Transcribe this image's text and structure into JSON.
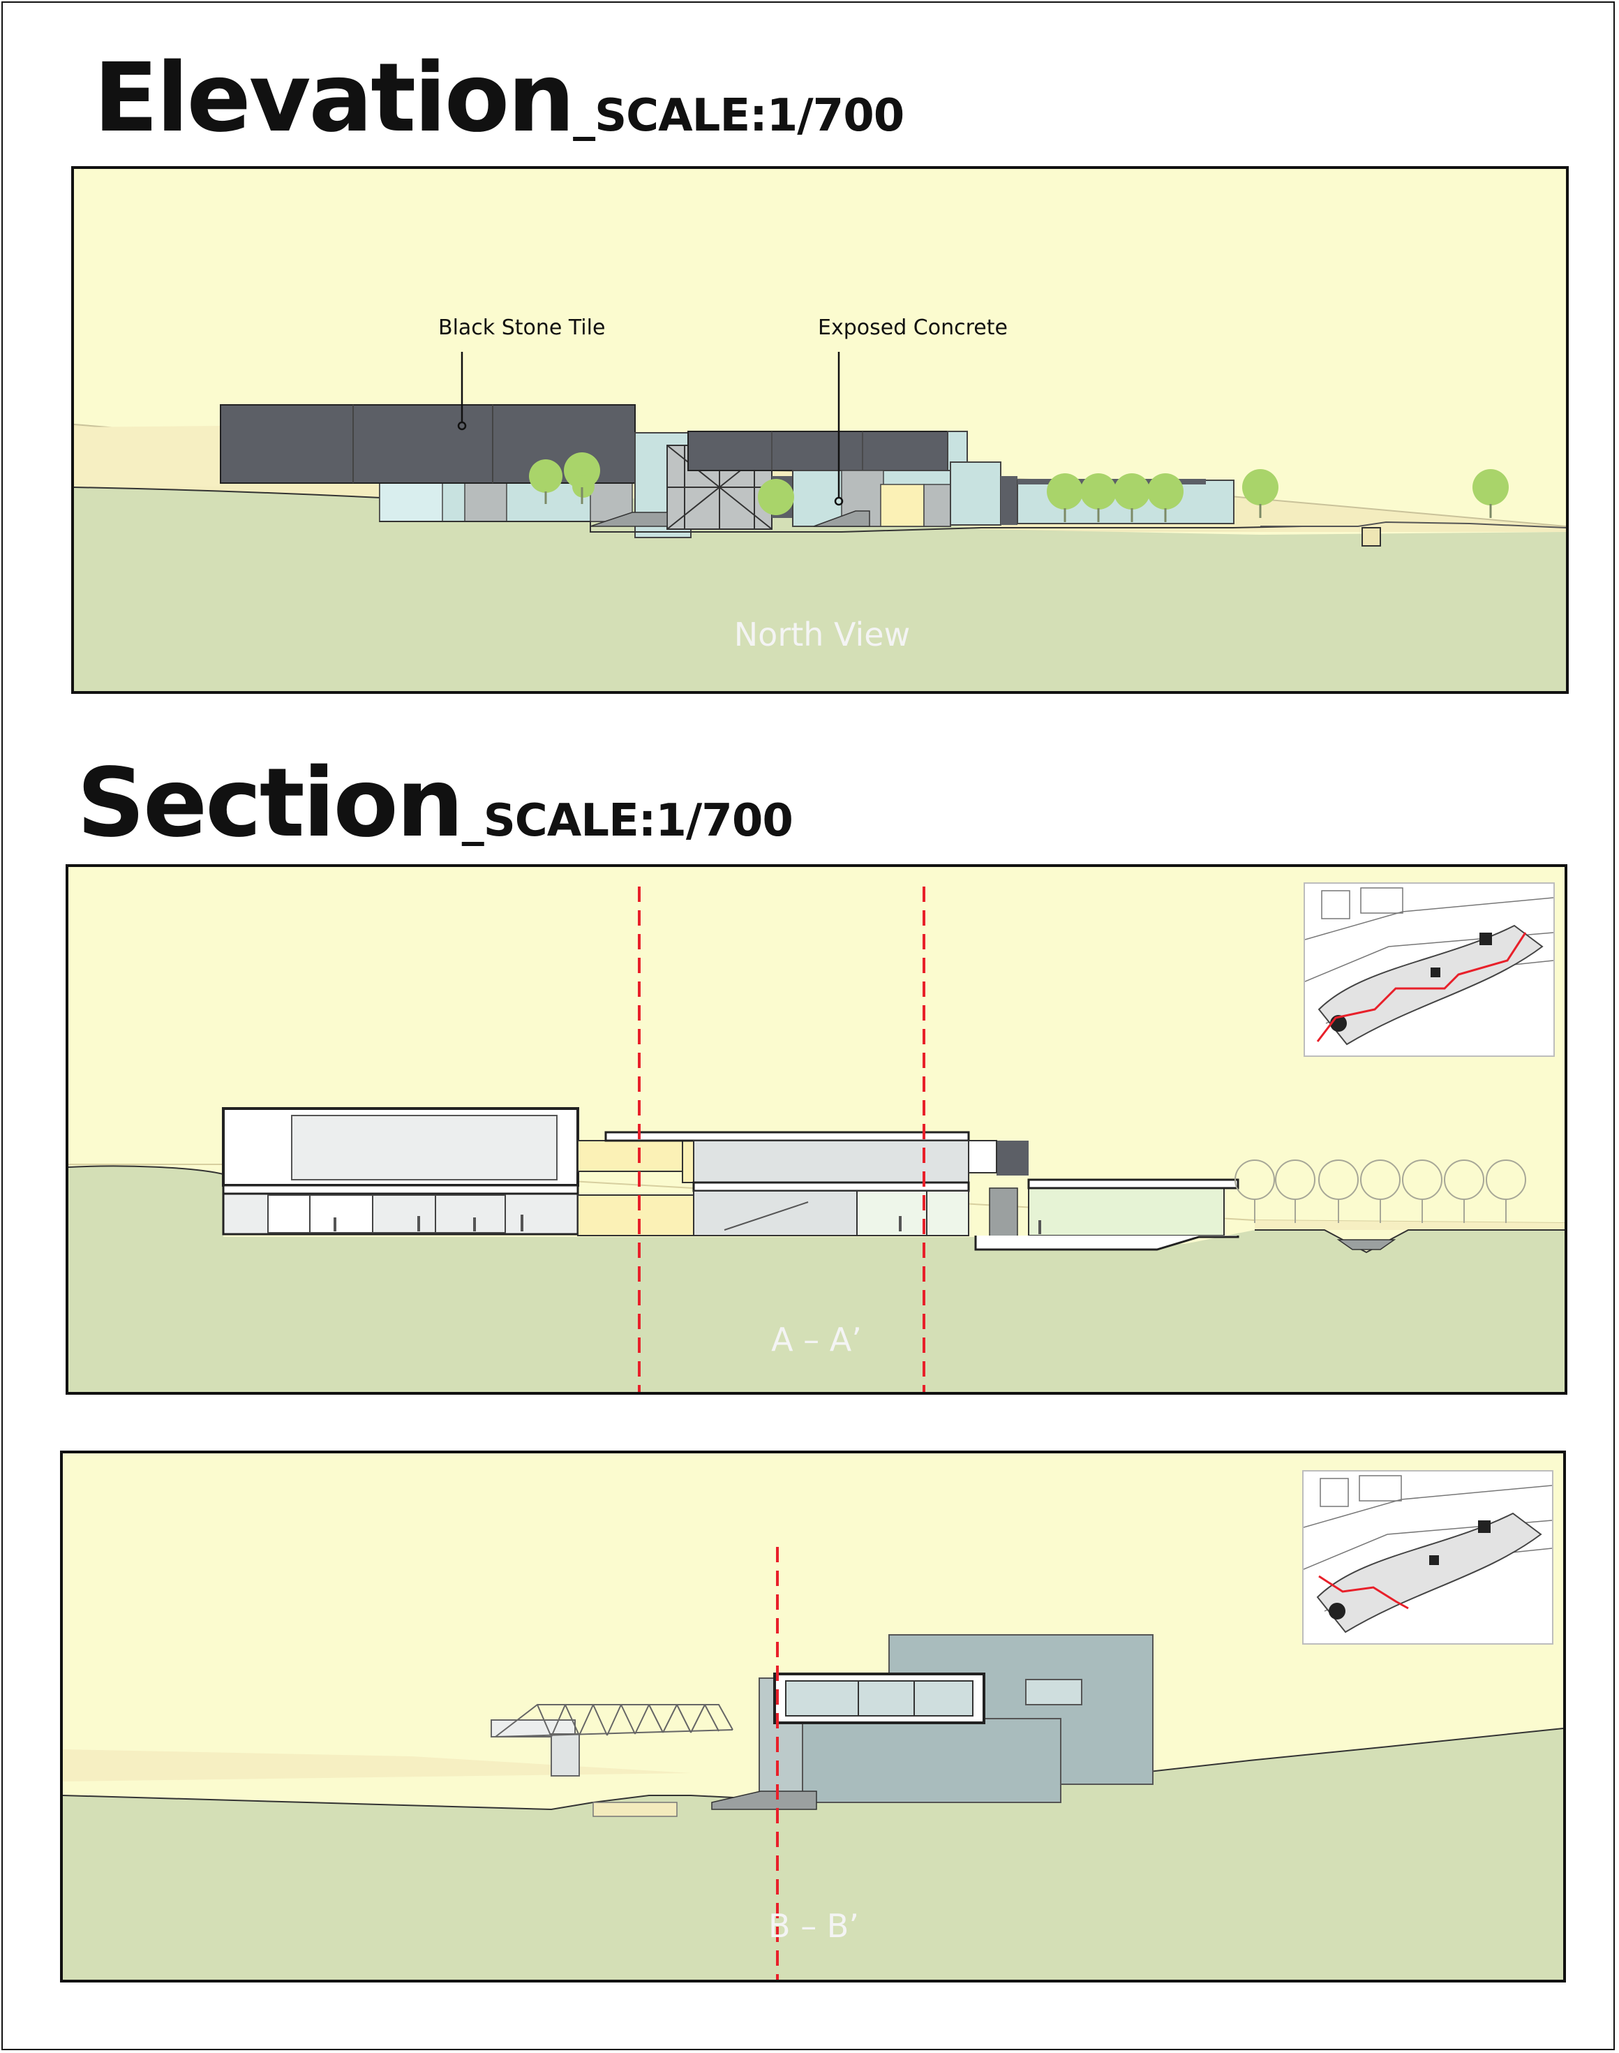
{
  "headings": {
    "elevation": {
      "title": "Elevation",
      "scale": "_SCALE:1/700"
    },
    "section": {
      "title": "Section",
      "scale": "_SCALE:1/700"
    }
  },
  "elevation_panel": {
    "annotations": [
      "Black Stone Tile",
      "Exposed Concrete"
    ],
    "view_label": "North View"
  },
  "section_a_panel": {
    "view_label": "A – A’"
  },
  "section_b_panel": {
    "view_label": "B – B’"
  },
  "colors": {
    "sky": "#fbfbcf",
    "ground": "#d4dfb6",
    "stone_tile": "#5c5f66",
    "glass": "#c8e2e0",
    "concrete": "#b7bcbc",
    "tree": "#a9d46a",
    "cut_line": "#e8202a",
    "building_blue": "#a9bcbd"
  }
}
